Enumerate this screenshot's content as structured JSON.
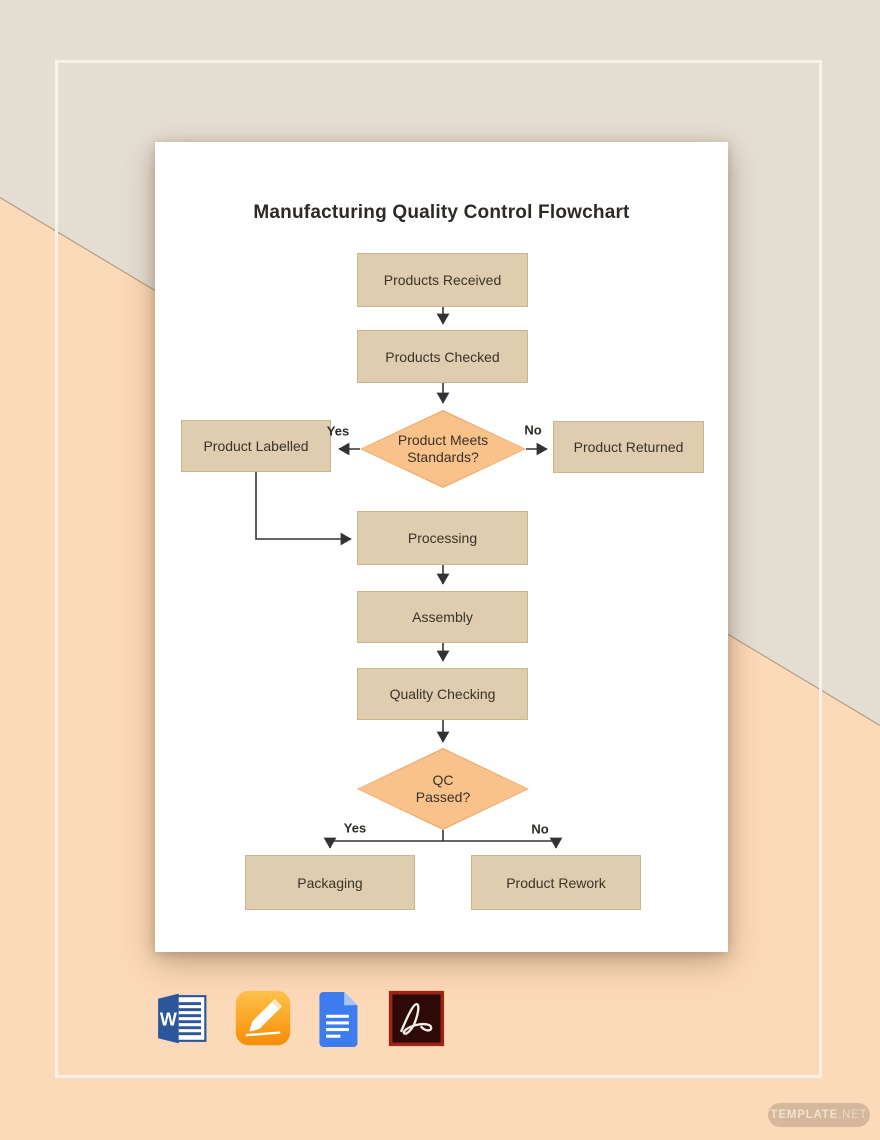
{
  "colors": {
    "bg_top": "#e5ded3",
    "bg_bottom": "#fcd9b8",
    "diagonal_line": "#8e7f6b",
    "frame_line": "#faf4ec",
    "page_bg": "#ffffff",
    "title_text": "#2d2a26",
    "box_fill": "#decdaf",
    "box_border": "#ccb58d",
    "diamond_fill": "#f9c28b",
    "diamond_border": "#efaa6a",
    "node_text": "#3a322a",
    "connector": "#333333",
    "watermark_bg": "#d2b69a",
    "watermark_text": "#efe3d1"
  },
  "page": {
    "title": "Manufacturing Quality Control Flowchart"
  },
  "flowchart": {
    "nodes": {
      "products_received": "Products Received",
      "products_checked": "Products Checked",
      "meets_standards": "Product Meets Standards?",
      "product_labelled": "Product Labelled",
      "product_returned": "Product Returned",
      "processing": "Processing",
      "assembly": "Assembly",
      "quality_checking": "Quality Checking",
      "qc_passed": "QC Passed?",
      "packaging": "Packaging",
      "product_rework": "Product Rework"
    },
    "edge_labels": {
      "standards_yes": "Yes",
      "standards_no": "No",
      "qc_yes": "Yes",
      "qc_no": "No"
    },
    "edges": [
      {
        "from": "products_received",
        "to": "products_checked"
      },
      {
        "from": "products_checked",
        "to": "meets_standards"
      },
      {
        "from": "meets_standards",
        "to": "product_labelled",
        "label": "Yes"
      },
      {
        "from": "meets_standards",
        "to": "product_returned",
        "label": "No"
      },
      {
        "from": "product_labelled",
        "to": "processing"
      },
      {
        "from": "processing",
        "to": "assembly"
      },
      {
        "from": "assembly",
        "to": "quality_checking"
      },
      {
        "from": "quality_checking",
        "to": "qc_passed"
      },
      {
        "from": "qc_passed",
        "to": "packaging",
        "label": "Yes"
      },
      {
        "from": "qc_passed",
        "to": "product_rework",
        "label": "No"
      }
    ]
  },
  "footer": {
    "app_icons": [
      {
        "name": "microsoft-word"
      },
      {
        "name": "apple-pages"
      },
      {
        "name": "google-docs"
      },
      {
        "name": "adobe-acrobat-pdf"
      }
    ]
  },
  "watermark": {
    "brand_bold": "TEMPLATE",
    "brand_suffix": ".NET"
  }
}
